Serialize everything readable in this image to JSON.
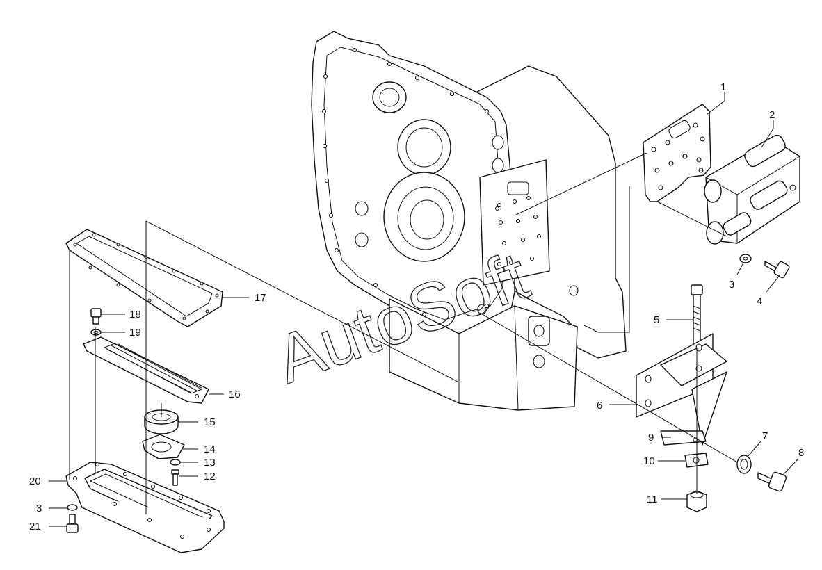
{
  "watermark": "AutoSoft",
  "colors": {
    "line": "#111111",
    "background": "#ffffff"
  },
  "callouts": {
    "c1": "1",
    "c2": "2",
    "c3a": "3",
    "c4": "4",
    "c5": "5",
    "c6": "6",
    "c7": "7",
    "c8": "8",
    "c9": "9",
    "c10": "10",
    "c11": "11",
    "c12": "12",
    "c13": "13",
    "c14": "14",
    "c15": "15",
    "c16": "16",
    "c17": "17",
    "c18": "18",
    "c19": "19",
    "c20": "20",
    "c3b": "3",
    "c21": "21"
  }
}
